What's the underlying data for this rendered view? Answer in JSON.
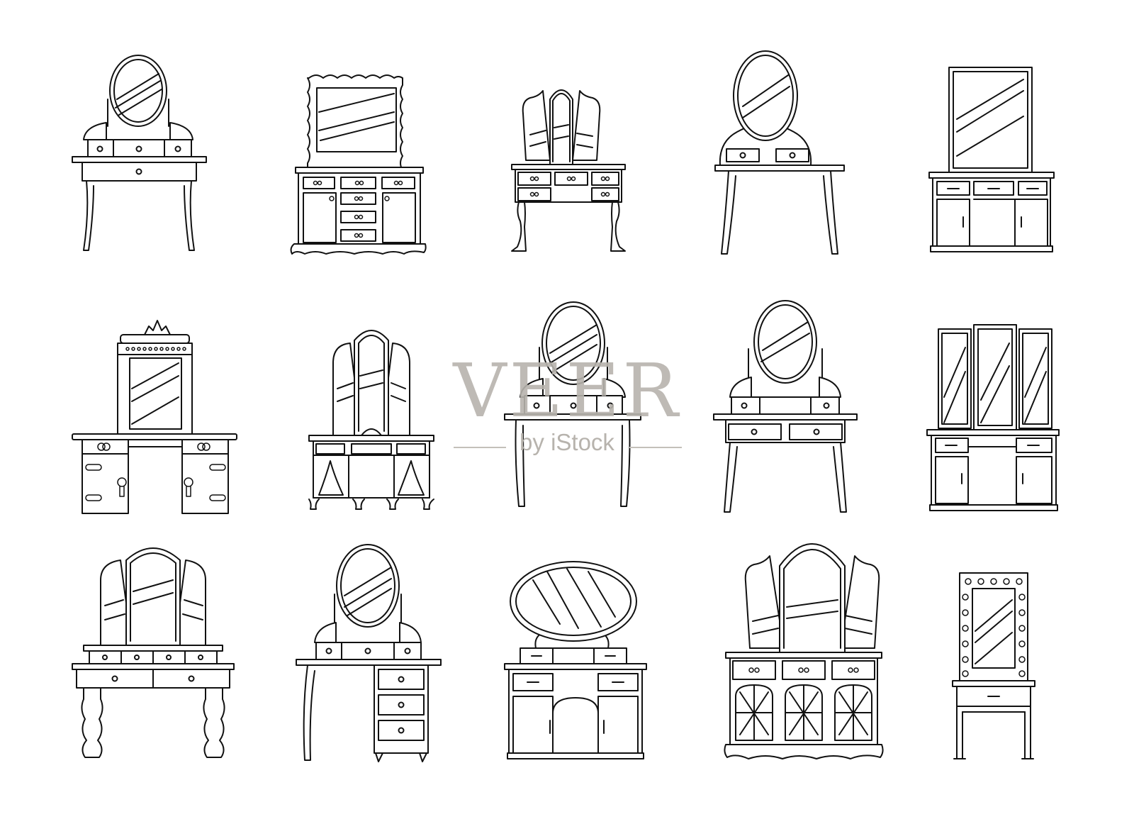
{
  "watermark": {
    "title": "VEER",
    "subtitle": "by iStock",
    "color": "#b7b3ad"
  },
  "style": {
    "stroke": "#111111",
    "fill": "#ffffff"
  },
  "grid": {
    "rows": 3,
    "columns": 5
  },
  "items": [
    {
      "name": "vanity-oval-swivel-mirror-table"
    },
    {
      "name": "vanity-wavy-frame-dresser"
    },
    {
      "name": "vanity-baroque-triple-mirror"
    },
    {
      "name": "vanity-oval-mirror-curved-legs"
    },
    {
      "name": "vanity-rectangular-mirror-cabinets"
    },
    {
      "name": "vanity-ornate-pedestal-mirror"
    },
    {
      "name": "vanity-arched-triptych-carved"
    },
    {
      "name": "vanity-oval-swivel-curved-legs"
    },
    {
      "name": "vanity-oval-swivel-two-tier"
    },
    {
      "name": "vanity-triple-panel-mirror-cabinets"
    },
    {
      "name": "vanity-arched-triptych-turned-legs"
    },
    {
      "name": "vanity-oval-mirror-desk-drawers"
    },
    {
      "name": "vanity-horizontal-oval-cabinet"
    },
    {
      "name": "vanity-baroque-triple-shell-cabinet"
    },
    {
      "name": "vanity-hollywood-light-mirror"
    }
  ]
}
